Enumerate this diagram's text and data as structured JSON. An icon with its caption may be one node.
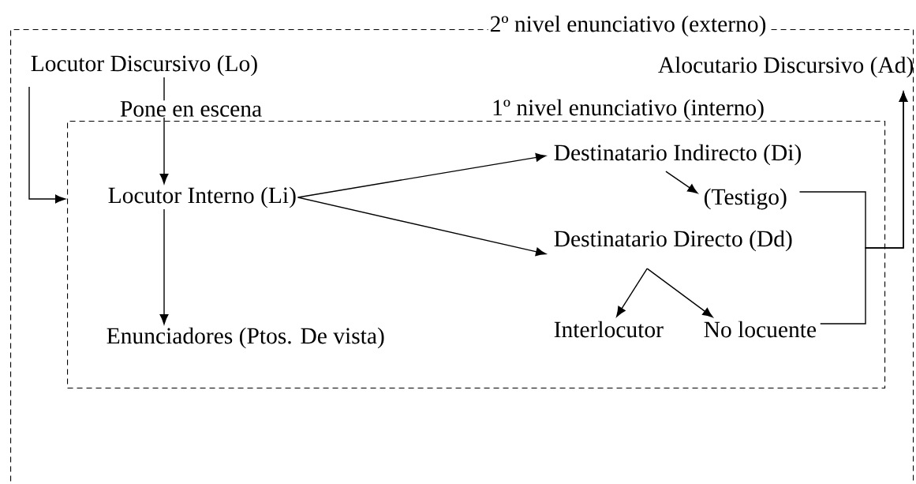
{
  "diagram": {
    "nodes": [
      {
        "text": [
          "2º nivel enunciativo (externo)"
        ]
      },
      {
        "text": [
          "Locutor Discursivo (Lo)"
        ],
        "in": 0
      },
      {
        "text": [
          "Alocutario Discursivo (Ad)"
        ],
        "in": 0
      },
      {
        "text": [
          "1º nivel enunciativo (interno)"
        ],
        "in": 0
      },
      {
        "text": [
          "Locutor Interno (Li)"
        ],
        "in": 3
      },
      {
        "text": [
          "Enunciadores (Ptos. De vista)"
        ],
        "in": 3
      },
      {
        "text": [
          "Destinatario Indirecto (Di)"
        ],
        "in": 3
      },
      {
        "text": [
          "(Testigo)"
        ],
        "in": 3
      },
      {
        "text": [
          "Destinatario Directo (Dd)"
        ],
        "in": 3
      },
      {
        "text": [
          "Interlocutor"
        ],
        "in": 3
      },
      {
        "text": [
          "No locuente"
        ],
        "in": 3
      }
    ],
    "edges": [
      {
        "from": 1,
        "to": 4,
        "arrow": "to",
        "label": "Pone en escena"
      },
      {
        "from": 1,
        "to": 3,
        "arrow": "to"
      },
      {
        "from": 4,
        "to": 6,
        "arrow": "to"
      },
      {
        "from": 4,
        "to": 8,
        "arrow": "to"
      },
      {
        "from": 4,
        "to": 5,
        "arrow": "to"
      },
      {
        "from": 6,
        "to": 7,
        "arrow": "to"
      },
      {
        "from": 8,
        "to": 9,
        "arrow": "to"
      },
      {
        "from": 8,
        "to": 10,
        "arrow": "to"
      },
      {
        "from": 7,
        "to": 2,
        "arrow": "to"
      },
      {
        "from": 10,
        "to": 2,
        "arrow": "to"
      }
    ]
  }
}
